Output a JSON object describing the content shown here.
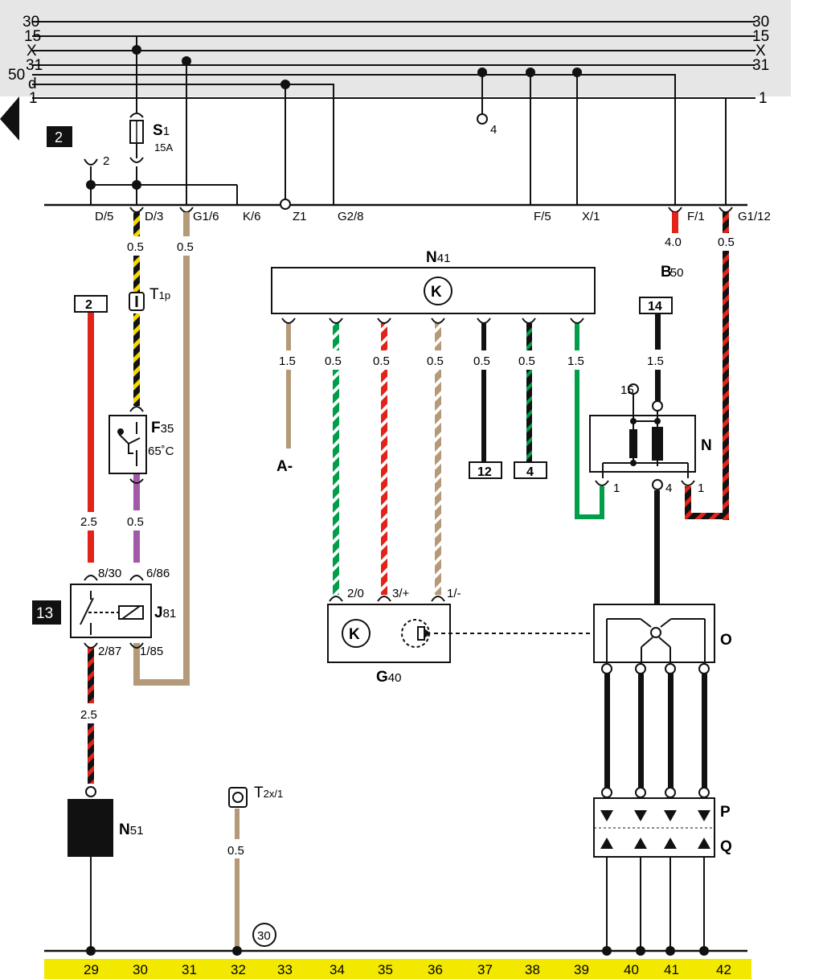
{
  "colors": {
    "header_band": "#e6e6e6",
    "footer_band": "#f2e800",
    "red": "#e2231a",
    "yellow": "#f5d800",
    "green": "#009e48",
    "brown": "#b49a78",
    "violet": "#a05aa8",
    "black": "#111111"
  },
  "rails": [
    {
      "left": "30",
      "right": "30"
    },
    {
      "left": "15",
      "right": "15"
    },
    {
      "left": "X",
      "right": "X"
    },
    {
      "left": "31",
      "right": "31"
    },
    {
      "left": "50",
      "right": ""
    },
    {
      "left": "d",
      "right": ""
    },
    {
      "left": "1",
      "right": "1"
    }
  ],
  "badges": {
    "page_ref": "2",
    "relay_ref": "13"
  },
  "pin_labels": {
    "d5": "D/5",
    "d3": "D/3",
    "g16": "G1/6",
    "k6": "K/6",
    "z1": "Z1",
    "g28": "G2/8",
    "f5": "F/5",
    "x1": "X/1",
    "f1": "F/1",
    "g112": "G1/12"
  },
  "wires": {
    "d3": "0.5",
    "g16": "0.5",
    "f1": "4.0",
    "g112": "0.5",
    "red_j81_top": "2.5",
    "f35_to_j81": "0.5",
    "red_n51": "2.5",
    "t2x": "0.5",
    "n41_1": "1.5",
    "n41_2": "0.5",
    "n41_3": "0.5",
    "n41_4": "0.5",
    "n41_5": "0.5",
    "n41_6": "0.5",
    "n41_7": "1.5",
    "n_top": "1.5"
  },
  "components": {
    "s1_name": "S",
    "s1_sub": "1",
    "s1_rating": "15A",
    "t1p_name": "T",
    "t1p_sub": "1p",
    "f35_name": "F",
    "f35_sub": "35",
    "f35_temp": "65˚C",
    "j81_name": "J",
    "j81_sub": "81",
    "j81_pins": {
      "p830": "8/30",
      "p686": "6/86",
      "p287": "2/87",
      "p185": "1/85"
    },
    "n51_name": "N",
    "n51_sub": "51",
    "t2x_name": "T",
    "t2x_sub": "2x/1",
    "ground_ref": "30",
    "n41_name": "N",
    "n41_sub": "41",
    "g40_name": "G",
    "g40_sub": "40",
    "g40_pins": {
      "p20": "2/0",
      "p3p": "3/+",
      "p1m": "1/-"
    },
    "n_name": "N",
    "n_pins": {
      "left": "1",
      "mid": "4",
      "right": "1",
      "top": "15"
    },
    "o_name": "O",
    "p_name": "P",
    "q_name": "Q",
    "b50_name": "B",
    "b50_sub": "50",
    "a_minus": "A-",
    "pin2_label": "2",
    "pin4_label": "4"
  },
  "ref_boxes": {
    "b2": "2",
    "b14": "14",
    "b12": "12",
    "b4": "4"
  },
  "columns": [
    "29",
    "30",
    "31",
    "32",
    "33",
    "34",
    "35",
    "36",
    "37",
    "38",
    "39",
    "40",
    "41",
    "42"
  ]
}
